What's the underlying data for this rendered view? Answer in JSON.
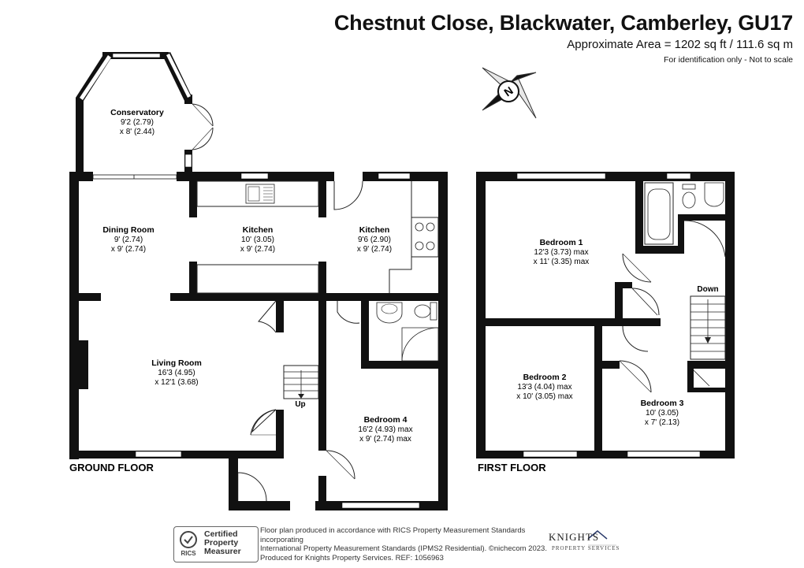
{
  "header": {
    "title": "Chestnut Close, Blackwater, Camberley, GU17",
    "area": "Approximate Area = 1202 sq ft / 111.6 sq m",
    "note": "For identification only - Not to scale"
  },
  "compass": {
    "label": "N",
    "icon": "compass-icon"
  },
  "ground_floor": {
    "label": "GROUND FLOOR",
    "stair_label": "Up",
    "rooms": [
      {
        "name": "Conservatory",
        "dim1": "9'2 (2.79)",
        "dim2": "x 8' (2.44)"
      },
      {
        "name": "Dining Room",
        "dim1": "9' (2.74)",
        "dim2": "x 9' (2.74)"
      },
      {
        "name": "Kitchen",
        "dim1": "10' (3.05)",
        "dim2": "x 9' (2.74)"
      },
      {
        "name": "Kitchen",
        "dim1": "9'6 (2.90)",
        "dim2": "x 9' (2.74)"
      },
      {
        "name": "Living Room",
        "dim1": "16'3 (4.95)",
        "dim2": "x 12'1 (3.68)"
      },
      {
        "name": "Bedroom 4",
        "dim1": "16'2 (4.93) max",
        "dim2": "x 9' (2.74) max"
      }
    ]
  },
  "first_floor": {
    "label": "FIRST FLOOR",
    "stair_label": "Down",
    "rooms": [
      {
        "name": "Bedroom 1",
        "dim1": "12'3 (3.73) max",
        "dim2": "x 11' (3.35) max"
      },
      {
        "name": "Bedroom 2",
        "dim1": "13'3 (4.04) max",
        "dim2": "x 10' (3.05) max"
      },
      {
        "name": "Bedroom 3",
        "dim1": "10' (3.05)",
        "dim2": "x 7' (2.13)"
      }
    ]
  },
  "footer": {
    "rics_text": [
      "Certified",
      "Property",
      "Measurer"
    ],
    "rics_logo": "RICS",
    "disclaimer": [
      "Floor plan produced in accordance with RICS Property Measurement Standards incorporating",
      "International Property Measurement Standards (IPMS2 Residential). ©nichecom 2023.",
      "Produced for Knights Property Services.   REF: 1056963"
    ],
    "agent_name": "KNIGHTS",
    "agent_sub": "PROPERTY SERVICES"
  },
  "colors": {
    "wall": "#111111",
    "window": "#ffffff",
    "line": "#222222"
  }
}
